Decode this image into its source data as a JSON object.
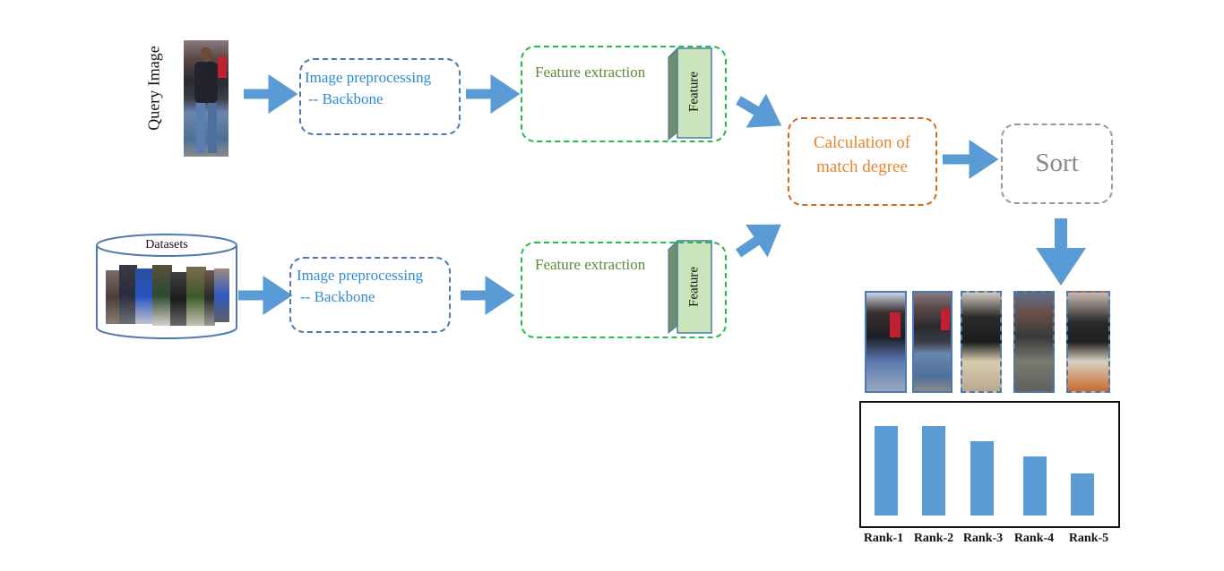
{
  "query": {
    "label": "Query Image"
  },
  "datasets": {
    "label": "Datasets"
  },
  "top_branch": {
    "preprocessing": {
      "line1": "Image preprocessing",
      "line2": "-- Backbone"
    },
    "extraction": {
      "label": "Feature extraction",
      "feature": "Feature"
    }
  },
  "bottom_branch": {
    "preprocessing": {
      "line1": "Image preprocessing",
      "line2": "-- Backbone"
    },
    "extraction": {
      "label": "Feature extraction",
      "feature": "Feature"
    }
  },
  "match": {
    "line1": "Calculation of",
    "line2": "match degree"
  },
  "sort": {
    "label": "Sort"
  },
  "colors": {
    "arrow": "#5b9bd5",
    "preprocessing_border": "#4a7ab0",
    "preprocessing_text": "#2e8bd6",
    "extraction_border": "#22bb44",
    "extraction_text": "#5a8a3a",
    "match_border": "#d06a20",
    "match_text": "#e8832f",
    "sort_border": "#999999",
    "sort_text": "#888888",
    "feature_front": "#c9e5b9",
    "feature_side": "#6f8f6a",
    "bar": "#5b9bd5"
  },
  "chart_data": {
    "type": "bar",
    "categories": [
      "Rank-1",
      "Rank-2",
      "Rank-3",
      "Rank-4",
      "Rank-5"
    ],
    "values": [
      100,
      100,
      83,
      66,
      47
    ],
    "title": "",
    "xlabel": "",
    "ylabel": "",
    "ylim": [
      0,
      100
    ]
  }
}
